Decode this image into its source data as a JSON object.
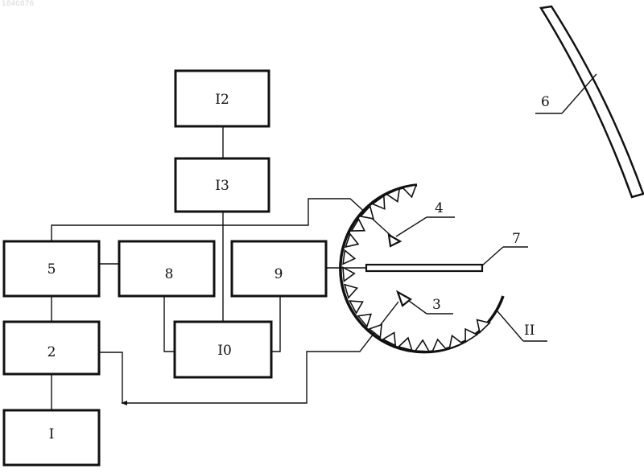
{
  "watermark": "1840876",
  "blocks": {
    "b12": "I2",
    "b13": "I3",
    "b5": "5",
    "b8": "8",
    "b9": "9",
    "b2": "2",
    "b10": "I0",
    "b1": "I"
  },
  "callouts": {
    "c4": "4",
    "c7": "7",
    "c3": "3",
    "c11": "II",
    "c6": "6"
  }
}
